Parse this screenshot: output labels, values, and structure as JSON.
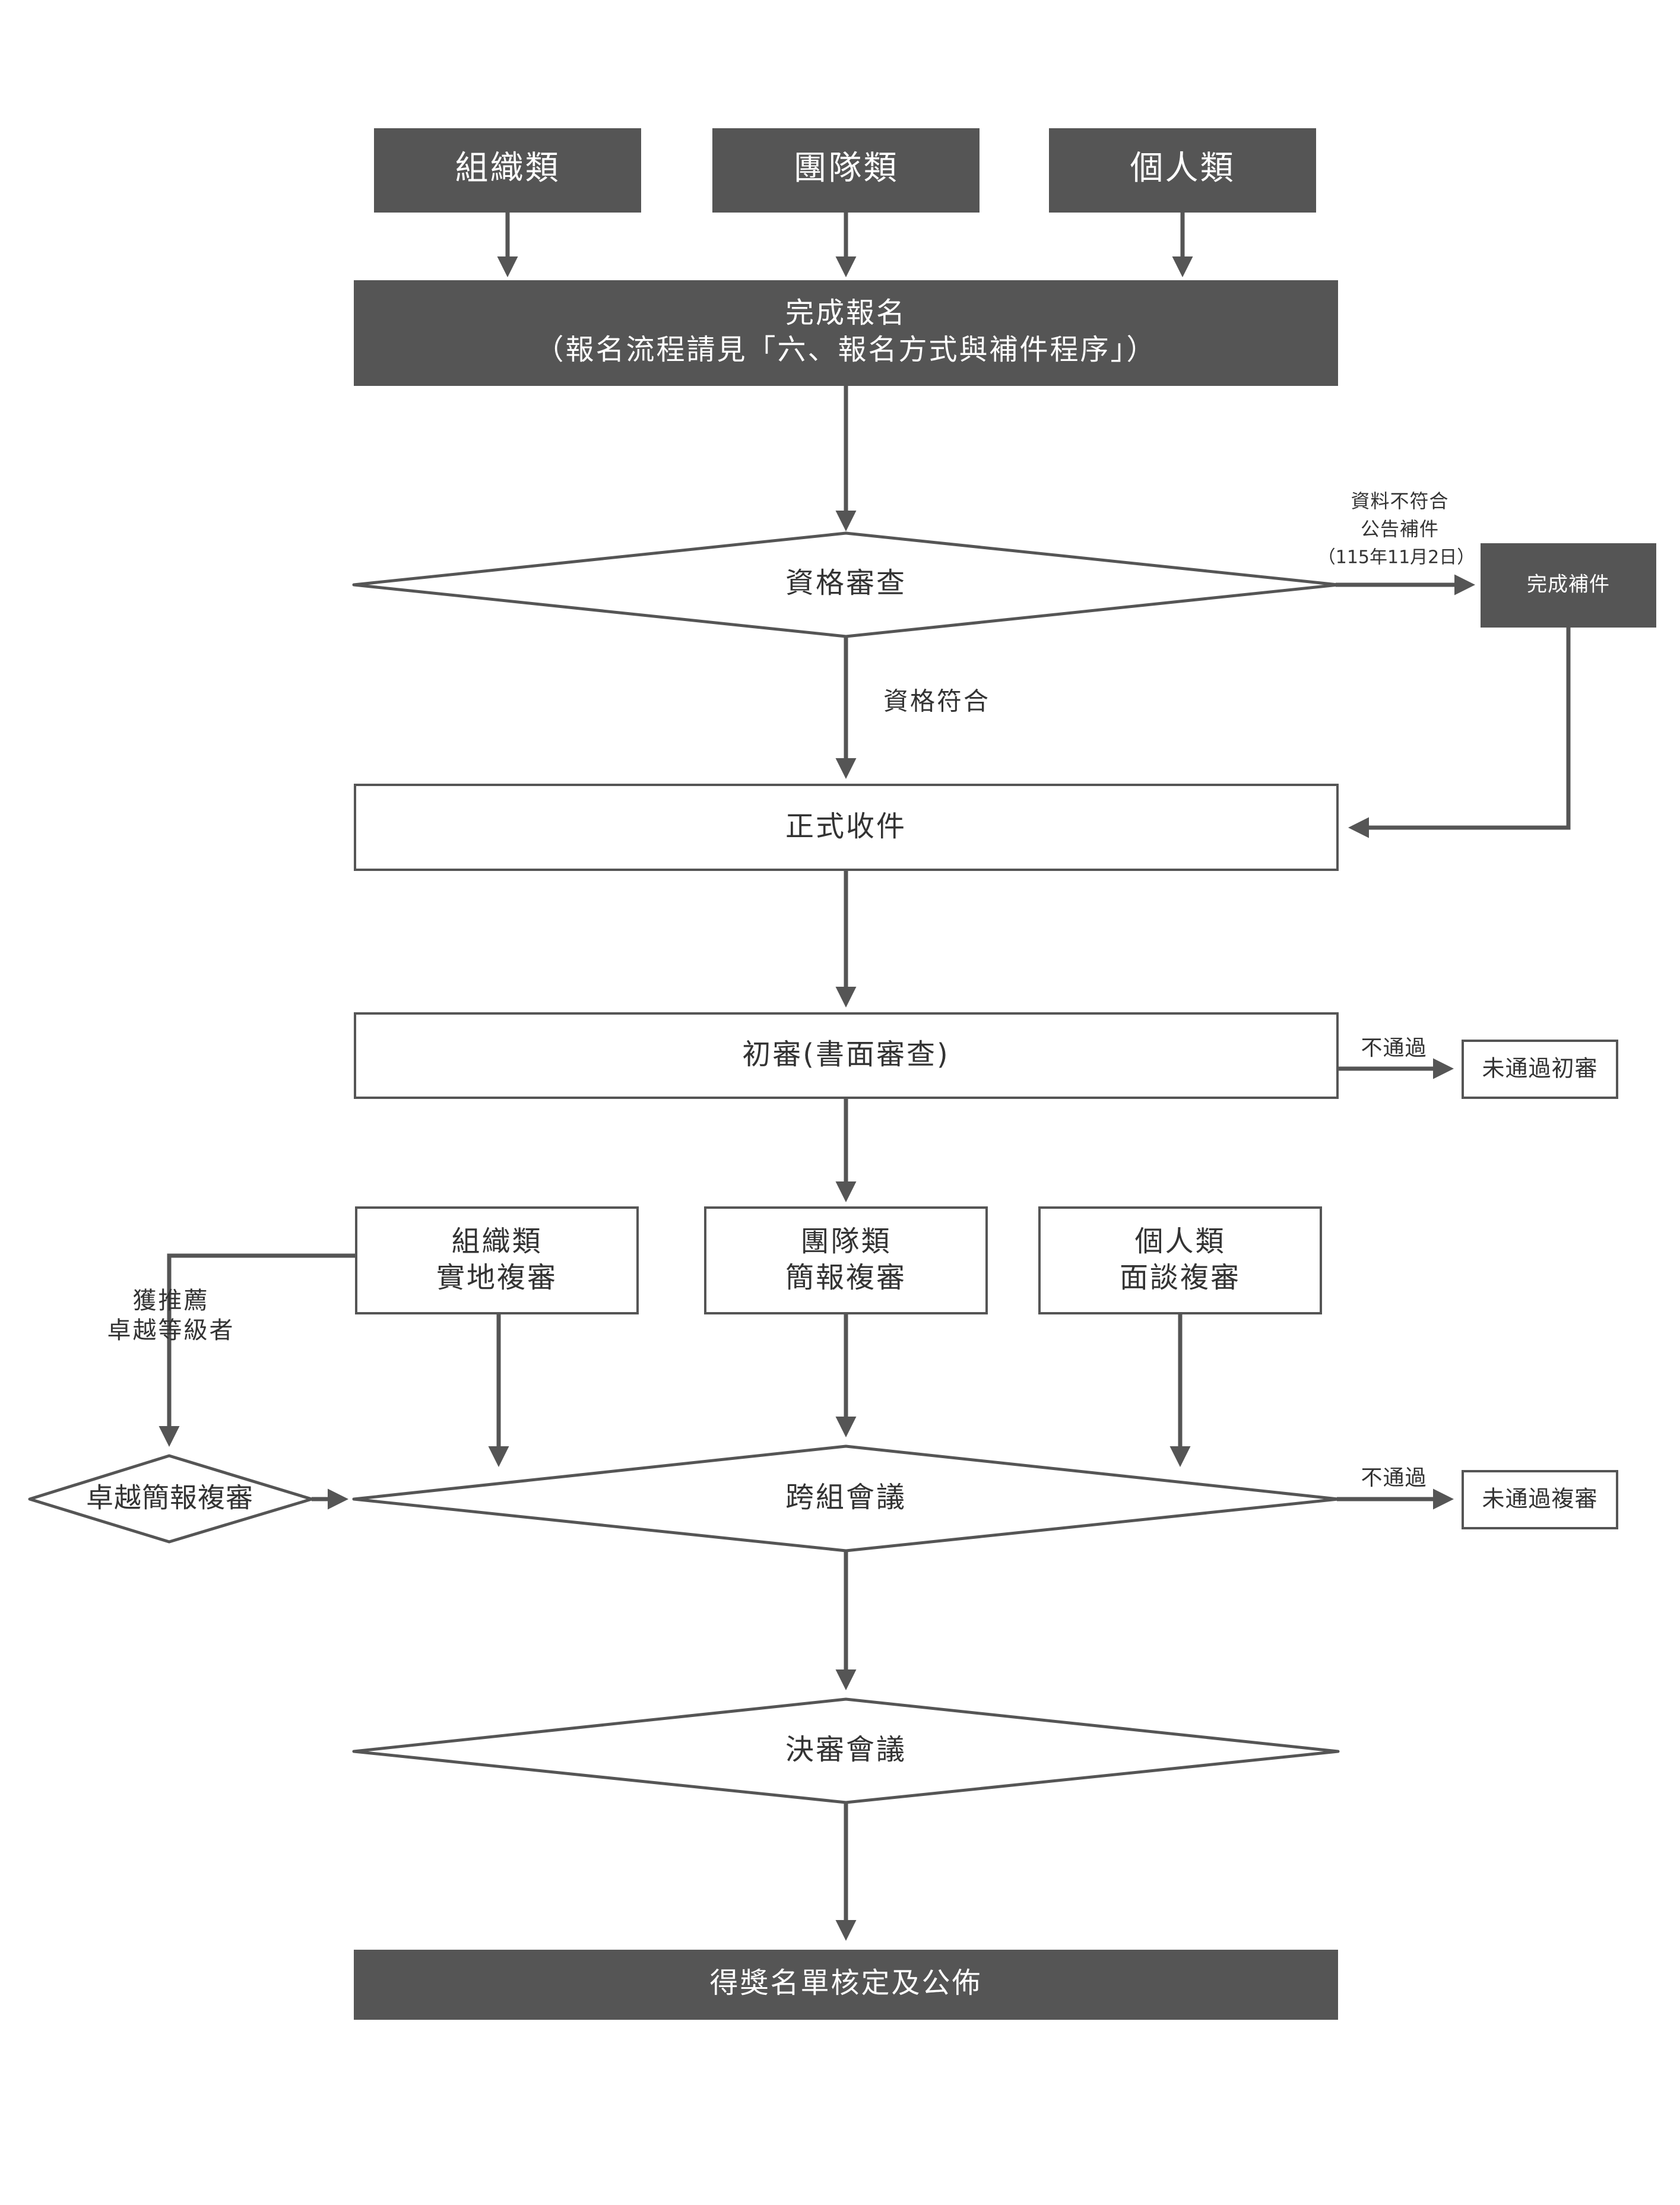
{
  "colors": {
    "dark_fill": "#555555",
    "stroke": "#555555",
    "light_fill": "#ffffff",
    "text_dark": "#333333",
    "text_light": "#ffffff"
  },
  "categories": {
    "org": "組織類",
    "team": "團隊類",
    "individual": "個人類"
  },
  "registration": {
    "line1": "完成報名",
    "line2": "（報名流程請見「六、報名方式與補件程序」）"
  },
  "qualification": {
    "title": "資格審查",
    "pass_label": "資格符合",
    "supplement_note": [
      "資料不符合",
      "公告補件",
      "（115年11月2日）"
    ],
    "supplement_done": "完成補件"
  },
  "formal_receipt": "正式收件",
  "first_review": {
    "title": "初審(書面審查)",
    "fail_label": "不通過",
    "fail_result": "未通過初審"
  },
  "second_review": {
    "org": [
      "組織類",
      "實地複審"
    ],
    "team": [
      "團隊類",
      "簡報複審"
    ],
    "individual": [
      "個人類",
      "面談複審"
    ],
    "excellence_note": [
      "獲推薦",
      "卓越等級者"
    ],
    "excellence_review": "卓越簡報複審"
  },
  "cross_group_meeting": {
    "title": "跨組會議",
    "fail_label": "不通過",
    "fail_result": "未通過複審"
  },
  "final_meeting": "決審會議",
  "result": "得獎名單核定及公佈"
}
